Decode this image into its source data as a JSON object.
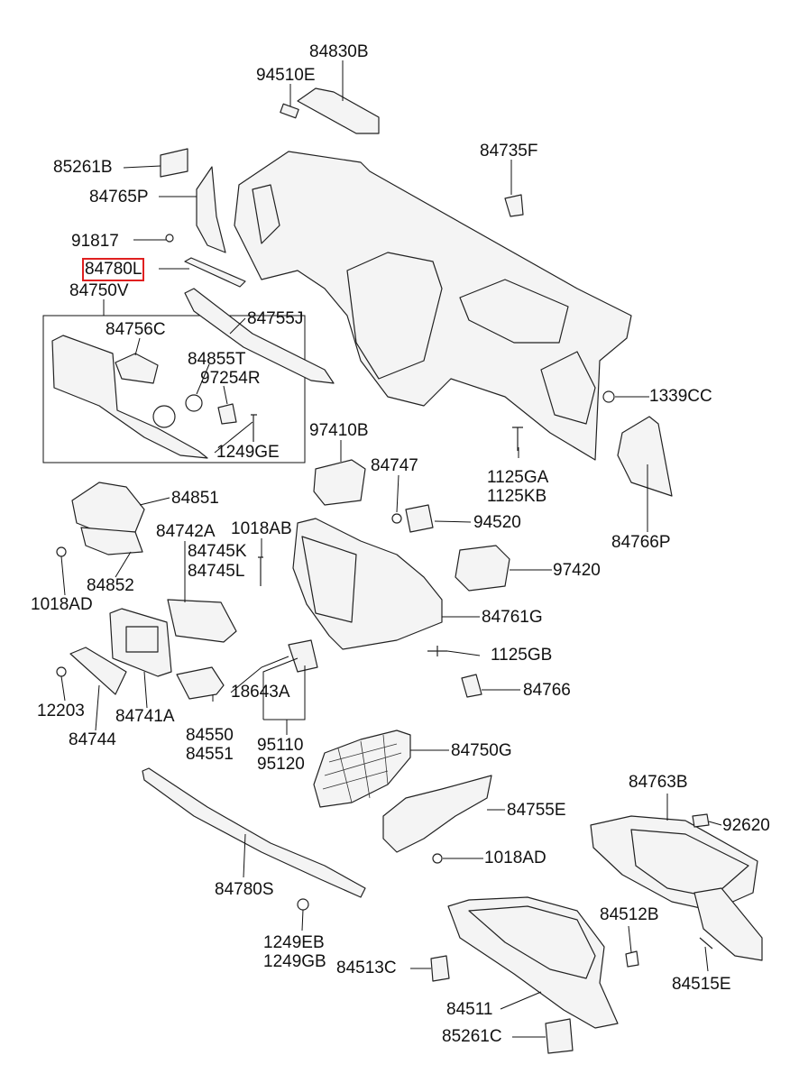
{
  "diagram": {
    "highlighted_part": "84780L",
    "highlight_color": "#e02020",
    "labels": [
      {
        "id": "84830B",
        "text": "84830B"
      },
      {
        "id": "94510E",
        "text": "94510E"
      },
      {
        "id": "85261B",
        "text": "85261B"
      },
      {
        "id": "84735F",
        "text": "84735F"
      },
      {
        "id": "84765P",
        "text": "84765P"
      },
      {
        "id": "91817",
        "text": "91817"
      },
      {
        "id": "84780L",
        "text": "84780L"
      },
      {
        "id": "84750V",
        "text": "84750V"
      },
      {
        "id": "84756C",
        "text": "84756C"
      },
      {
        "id": "84755J",
        "text": "84755J"
      },
      {
        "id": "84855T",
        "text": "84855T"
      },
      {
        "id": "97254R",
        "text": "97254R"
      },
      {
        "id": "1249GE",
        "text": "1249GE"
      },
      {
        "id": "1339CC",
        "text": "1339CC"
      },
      {
        "id": "97410B",
        "text": "97410B"
      },
      {
        "id": "84747",
        "text": "84747"
      },
      {
        "id": "1125GA",
        "text": "1125GA"
      },
      {
        "id": "1125KB",
        "text": "1125KB"
      },
      {
        "id": "84851",
        "text": "84851"
      },
      {
        "id": "94520",
        "text": "94520"
      },
      {
        "id": "84766P",
        "text": "84766P"
      },
      {
        "id": "84742A",
        "text": "84742A"
      },
      {
        "id": "1018AB",
        "text": "1018AB"
      },
      {
        "id": "84745K",
        "text": "84745K"
      },
      {
        "id": "84745L",
        "text": "84745L"
      },
      {
        "id": "97420",
        "text": "97420"
      },
      {
        "id": "84852",
        "text": "84852"
      },
      {
        "id": "1018AD_a",
        "text": "1018AD"
      },
      {
        "id": "84761G",
        "text": "84761G"
      },
      {
        "id": "1125GB",
        "text": "1125GB"
      },
      {
        "id": "18643A",
        "text": "18643A"
      },
      {
        "id": "84766",
        "text": "84766"
      },
      {
        "id": "12203",
        "text": "12203"
      },
      {
        "id": "84741A",
        "text": "84741A"
      },
      {
        "id": "84744",
        "text": "84744"
      },
      {
        "id": "84550",
        "text": "84550"
      },
      {
        "id": "84551",
        "text": "84551"
      },
      {
        "id": "95110",
        "text": "95110"
      },
      {
        "id": "95120",
        "text": "95120"
      },
      {
        "id": "84750G",
        "text": "84750G"
      },
      {
        "id": "84763B",
        "text": "84763B"
      },
      {
        "id": "84755E",
        "text": "84755E"
      },
      {
        "id": "92620",
        "text": "92620"
      },
      {
        "id": "1018AD_b",
        "text": "1018AD"
      },
      {
        "id": "84780S",
        "text": "84780S"
      },
      {
        "id": "84512B",
        "text": "84512B"
      },
      {
        "id": "1249EB",
        "text": "1249EB"
      },
      {
        "id": "1249GB",
        "text": "1249GB"
      },
      {
        "id": "84513C",
        "text": "84513C"
      },
      {
        "id": "84515E",
        "text": "84515E"
      },
      {
        "id": "84511",
        "text": "84511"
      },
      {
        "id": "85261C",
        "text": "85261C"
      }
    ]
  }
}
